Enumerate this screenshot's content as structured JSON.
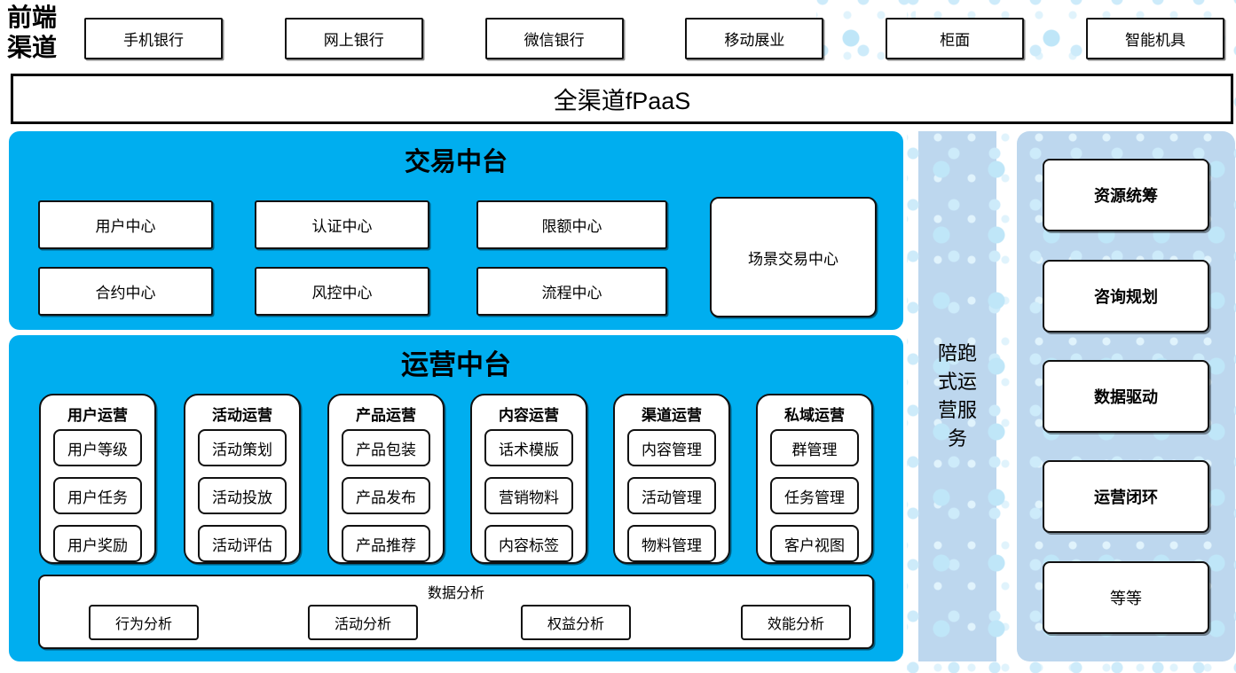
{
  "front_channels": {
    "label": "前端渠道",
    "items": [
      "手机银行",
      "网上银行",
      "微信银行",
      "移动展业",
      "柜面",
      "智能机具"
    ]
  },
  "fpaas": {
    "label": "全渠道fPaaS"
  },
  "trade_platform": {
    "title": "交易中台",
    "row1": [
      "用户中心",
      "认证中心",
      "限额中心"
    ],
    "row2": [
      "合约中心",
      "风控中心",
      "流程中心"
    ],
    "tall_box": "场景交易中心"
  },
  "operation_platform": {
    "title": "运营中台",
    "columns": [
      {
        "header": "用户运营",
        "items": [
          "用户等级",
          "用户任务",
          "用户奖励"
        ]
      },
      {
        "header": "活动运营",
        "items": [
          "活动策划",
          "活动投放",
          "活动评估"
        ]
      },
      {
        "header": "产品运营",
        "items": [
          "产品包装",
          "产品发布",
          "产品推荐"
        ]
      },
      {
        "header": "内容运营",
        "items": [
          "话术模版",
          "营销物料",
          "内容标签"
        ]
      },
      {
        "header": "渠道运营",
        "items": [
          "内容管理",
          "活动管理",
          "物料管理"
        ]
      },
      {
        "header": "私域运营",
        "items": [
          "群管理",
          "任务管理",
          "客户视图"
        ]
      }
    ],
    "analysis": {
      "title": "数据分析",
      "items": [
        "行为分析",
        "活动分析",
        "权益分析",
        "效能分析"
      ]
    }
  },
  "side_strip": {
    "label": "陪跑式运营服务"
  },
  "right_panel": {
    "items": [
      "资源统筹",
      "咨询规划",
      "数据驱动",
      "运营闭环",
      "等等"
    ]
  },
  "colors": {
    "accent_blue": "#00AEEF",
    "panel_light_blue": "#BDD7EE",
    "dot_blue": "#C9E8F8"
  }
}
